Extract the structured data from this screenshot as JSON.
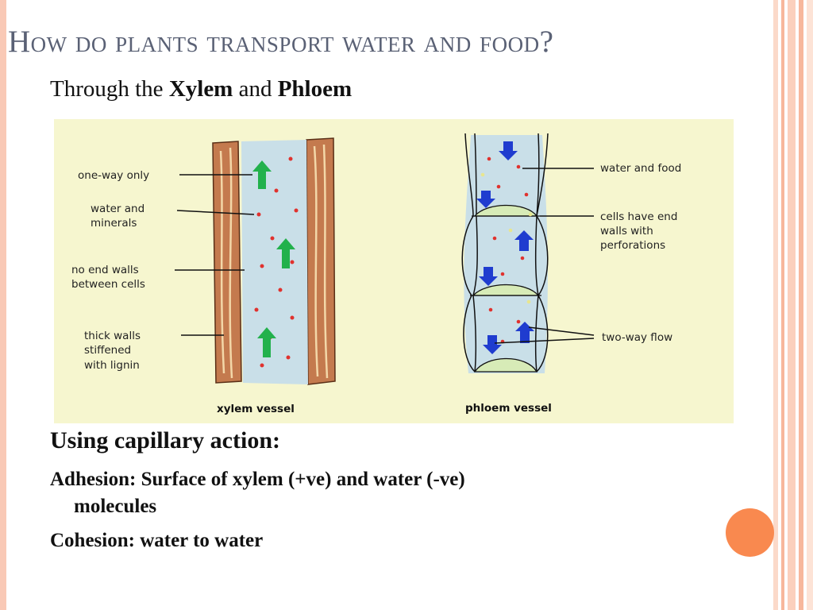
{
  "title": "How do plants transport water and food?",
  "subtitle": {
    "prefix": "Through the",
    "term1": "Xylem",
    "joiner": "and",
    "term2": "Phloem"
  },
  "diagram": {
    "xylem_labels": [
      "one-way only",
      "water and",
      "minerals",
      "no end walls",
      "between cells",
      "thick walls",
      "stiffened",
      "with lignin"
    ],
    "xylem_caption": "xylem vessel",
    "phloem_labels": [
      "water and food",
      "cells have end",
      "walls with",
      "perforations",
      "two-way flow"
    ],
    "phloem_caption": "phloem vessel",
    "colors": {
      "background": "#f6f6cf",
      "vessel_fill": "#c9dfe8",
      "wall": "#c47a4e",
      "up_arrow": "#22b14c",
      "blue_arrow": "#1f3ccf",
      "particle": "#e0322e"
    }
  },
  "capillary": {
    "heading": "Using capillary action:",
    "adhesion_line1": "Adhesion:  Surface of xylem (+ve) and water (-ve)",
    "adhesion_line2": "molecules",
    "cohesion": "Cohesion: water to water"
  },
  "theme": {
    "accent": "#f9894f",
    "stripe": "#f9c9b6",
    "title_color": "#5a6175"
  }
}
